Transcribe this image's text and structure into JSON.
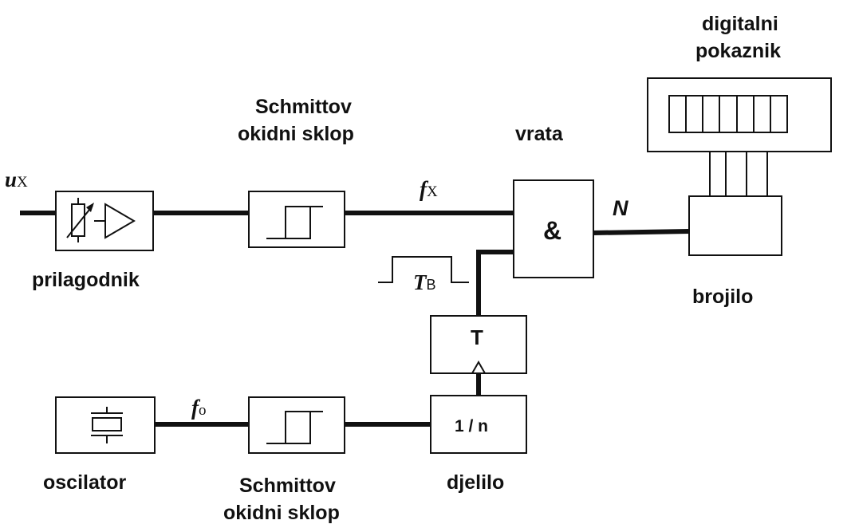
{
  "blocks": {
    "adapter_label": "prilagodnik",
    "schmitt_top_label": [
      "Schmittov",
      "okidni sklop"
    ],
    "gate_label": "vrata",
    "gate_symbol": "&",
    "display_label": [
      "digitalni",
      "pokaznik"
    ],
    "counter_label": "brojilo",
    "oscillator_label": "oscilator",
    "schmitt_bottom_label": [
      "Schmittov",
      "okidni sklop"
    ],
    "divider_label": "djelilo",
    "divider_symbol": "1 / n",
    "flipflop_symbol": "T"
  },
  "signals": {
    "input": {
      "main": "u",
      "sub": "X"
    },
    "fx": {
      "main": "f",
      "sub": "X"
    },
    "fo": {
      "main": "f",
      "sub": "o"
    },
    "count": "N",
    "gate_time": {
      "main": "T",
      "sub": "B"
    }
  },
  "display": {
    "digit_cells": 7
  }
}
